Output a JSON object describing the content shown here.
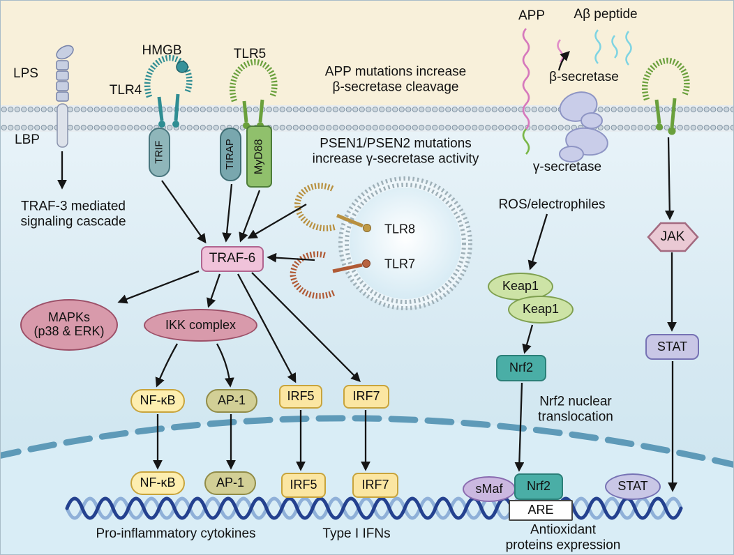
{
  "extracellular": {
    "lps": "LPS",
    "lbp": "LBP",
    "hmgb": "HMGB",
    "tlr4": "TLR4",
    "tlr5": "TLR5",
    "app": "APP",
    "abeta_peptide": "Aβ peptide",
    "beta_secretase": "β-secretase",
    "app_mutation_note": "APP mutations increase\nβ-secretase cleavage"
  },
  "membrane": {
    "trif": "TRIF",
    "tirap": "TIRAP",
    "myd88": "MyD88",
    "gamma_secretase": "γ-secretase",
    "psen_mutation_note": "PSEN1/PSEN2 mutations\nincrease γ-secretase activity"
  },
  "cytoplasm": {
    "traf3_cascade": "TRAF-3 mediated\nsignaling cascade",
    "traf6": "TRAF-6",
    "endosome": {
      "tlr8": "TLR8",
      "tlr7": "TLR7"
    },
    "mapks": "MAPKs\n(p38 & ERK)",
    "ikk_complex": "IKK complex",
    "nfkb": "NF-κB",
    "ap1": "AP-1",
    "irf5": "IRF5",
    "irf7": "IRF7",
    "ros": "ROS/electrophiles",
    "keap1": "Keap1",
    "nrf2": "Nrf2",
    "nrf2_translocation_note": "Nrf2 nuclear\ntranslocation",
    "jak": "JAK",
    "stat": "STAT"
  },
  "nucleus": {
    "nfkb": "NF-κB",
    "ap1": "AP-1",
    "irf5": "IRF5",
    "irf7": "IRF7",
    "smaf": "sMaf",
    "nrf2": "Nrf2",
    "are": "ARE",
    "stat": "STAT",
    "pro_inflammatory": "Pro-inflammatory cytokines",
    "type_i_ifns": "Type I IFNs",
    "antioxidant_note": "Antioxidant\nproteins expression"
  },
  "colors": {
    "extracellular_bg": "#f8f0da",
    "cytoplasm_top": "#eaf4f9",
    "cytoplasm_bottom": "#cbe4ef",
    "nucleus_fill": "#d9edf6",
    "nuclear_envelope": "#5e9ab8",
    "traf6_fill": "#f0c3da",
    "myd88_fill": "#90c06c",
    "trif_fill": "#8fb6ba",
    "tirap_fill": "#79a7ae",
    "mapk_fill": "#d89aab",
    "nfkb_fill": "#fdeeb0",
    "ap1_fill": "#d2cf96",
    "irf_fill": "#fbe6a2",
    "keap1_fill": "#cde3a6",
    "nrf2_fill": "#4aaea6",
    "smaf_fill": "#cbb8e0",
    "stat_fill": "#c9c7e6",
    "jak_fill": "#eac9d4",
    "dna_dark": "#24418f",
    "dna_light": "#8fb0d8"
  }
}
